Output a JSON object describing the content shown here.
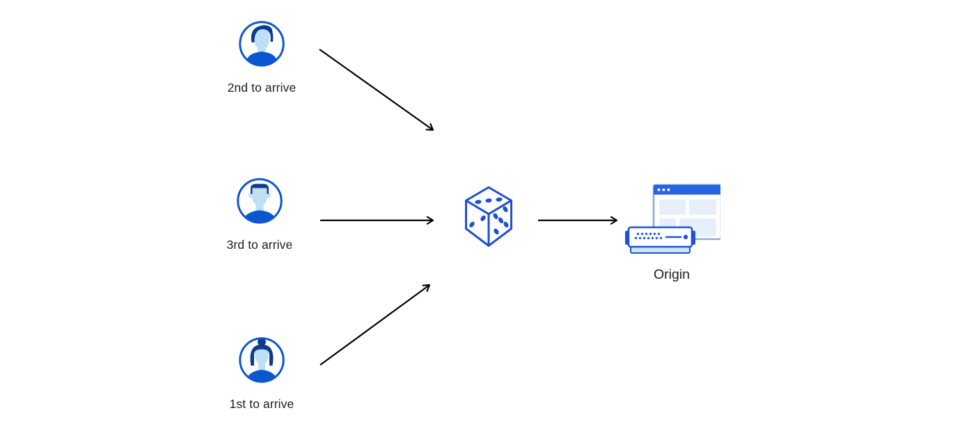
{
  "diagram": {
    "title": "",
    "background": "#ffffff",
    "nodes": {
      "second_client": {
        "label": "2nd to arrive",
        "icon": "user-male-avatar-icon"
      },
      "third_client": {
        "label": "3rd to arrive",
        "icon": "user-male-avatar-icon"
      },
      "first_client": {
        "label": "1st to arrive",
        "icon": "user-female-avatar-icon"
      },
      "load_balancer": {
        "label": "",
        "icon": "dice-icon"
      },
      "origin": {
        "label": "Origin",
        "icon": "origin-server-icon"
      }
    },
    "edges": [
      {
        "from": "second_client",
        "to": "load_balancer"
      },
      {
        "from": "third_client",
        "to": "load_balancer"
      },
      {
        "from": "first_client",
        "to": "load_balancer"
      },
      {
        "from": "load_balancer",
        "to": "origin"
      }
    ],
    "colors": {
      "avatar_ring_blue": "#0b57d0",
      "avatar_hair_navy": "#0d3b8d",
      "avatar_face_light_blue": "#bfe0f4",
      "avatar_shirt_blue": "#0b57d0",
      "dice_blue": "#1d4fd7",
      "browser_titlebar_blue": "#2766e0",
      "browser_border_blue": "#88abe8",
      "browser_panel_light": "#e7f0fa",
      "server_outline_blue": "#1a53d6",
      "server_base_light": "#cfe2f6",
      "arrow_black": "#000000",
      "label_text": "#1d1d1f"
    }
  }
}
